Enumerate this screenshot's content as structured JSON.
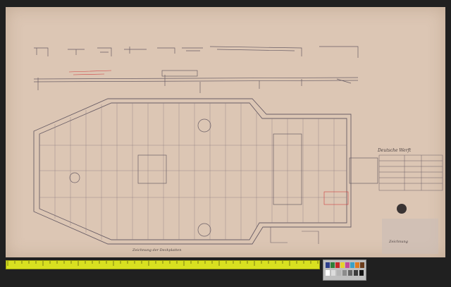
{
  "title_block": {
    "heading": "Deutsche Werft",
    "stamp_text": "Zeichnung"
  },
  "caption": "Zeichnung der Deckplatten",
  "colors": {
    "paper": "#dcc6b4",
    "ink": "#6a5e66",
    "red_annotation": "#d04040",
    "ruler": "#d8e020",
    "background": "#202020"
  },
  "swatches": [
    "#2c3e8c",
    "#2f7f3a",
    "#c42828",
    "#e6d12c",
    "#c24a9a",
    "#3aa0c8",
    "#e07a20",
    "#6a3c1c"
  ],
  "greys": [
    "#ffffff",
    "#dcdcdc",
    "#b4b4b4",
    "#8c8c8c",
    "#646464",
    "#3c3c3c",
    "#141414"
  ]
}
